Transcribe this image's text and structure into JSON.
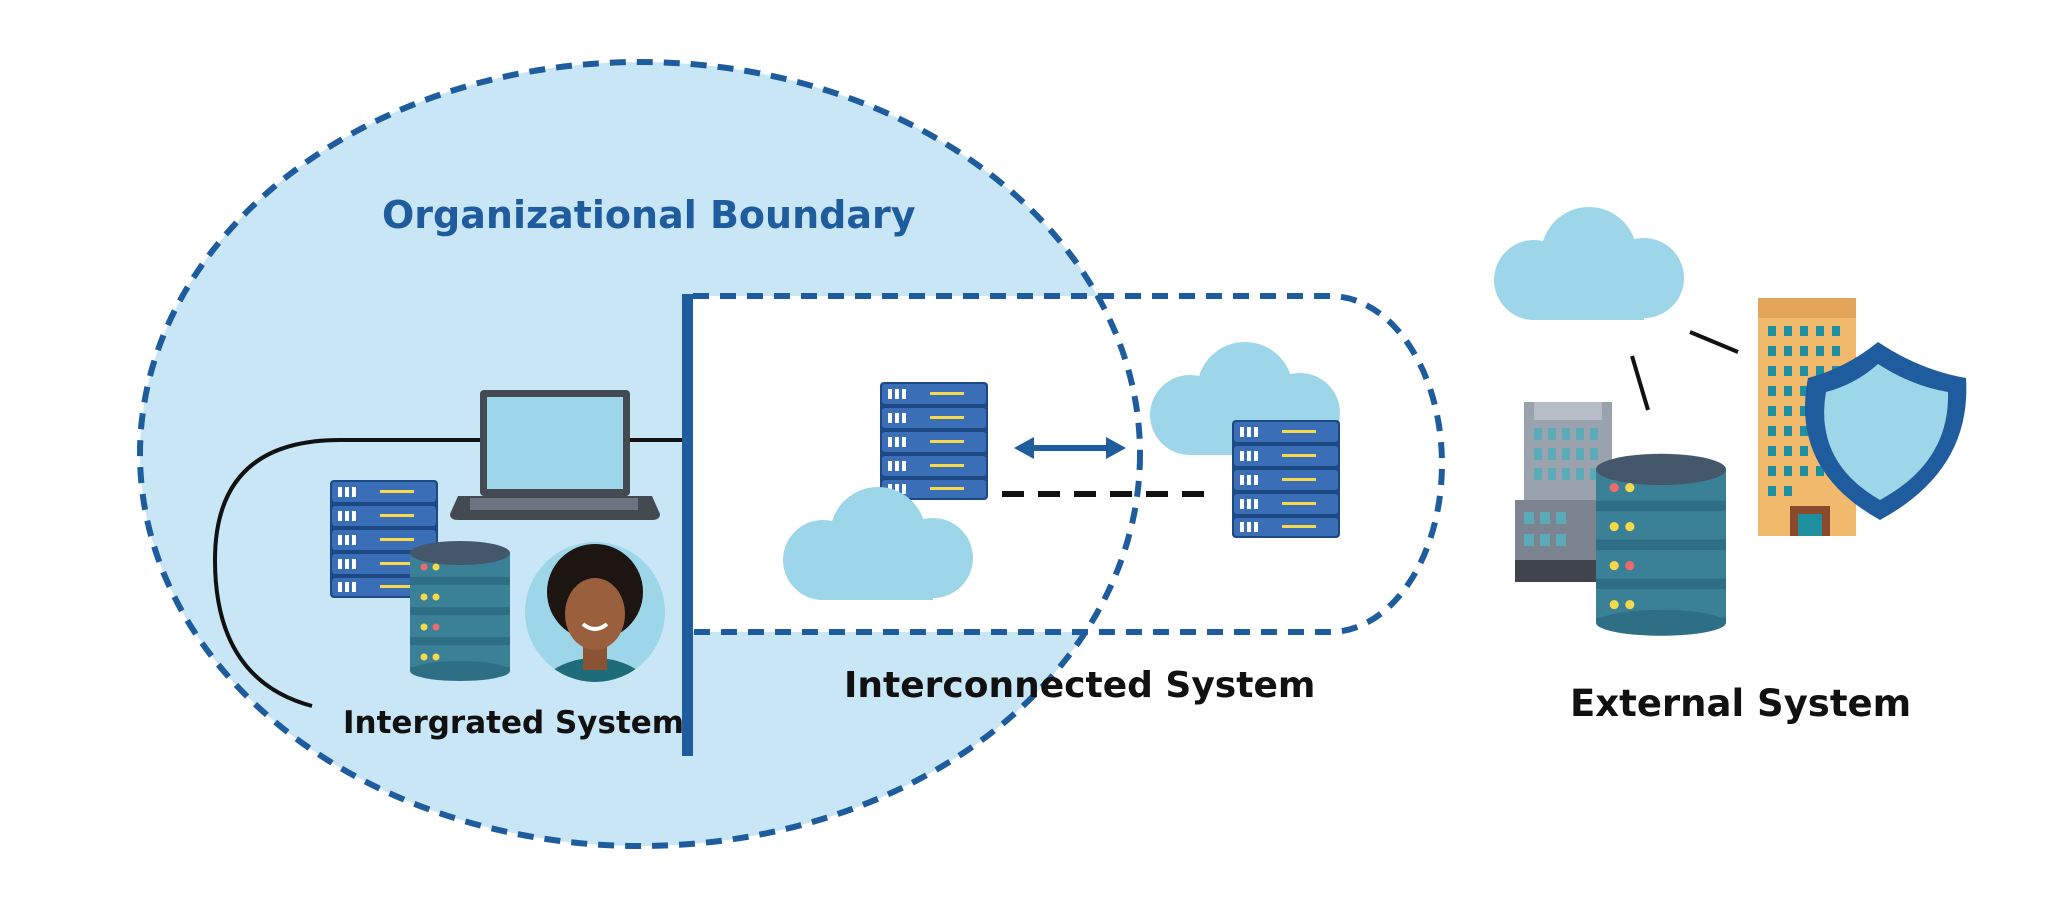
{
  "diagram": {
    "org_boundary_label": "Organizational Boundary",
    "integrated_label": "Intergrated System",
    "interconnected_label": "Interconnected System",
    "external_label": "External System"
  },
  "colors": {
    "boundary_fill": "#c9e6f6",
    "boundary_stroke": "#1f5c9e",
    "label_blue": "#1f5c9e",
    "cloud": "#9dd6e8",
    "server_blue": "#3a6fb8",
    "server_dark": "#1d4a85",
    "db_teal": "#3a8197",
    "shield": "#1f5c9e"
  },
  "icons": [
    "server-icon",
    "database-icon",
    "laptop-icon",
    "person-avatar-icon",
    "cloud-icon",
    "building-icon",
    "shield-icon",
    "double-arrow-icon"
  ]
}
